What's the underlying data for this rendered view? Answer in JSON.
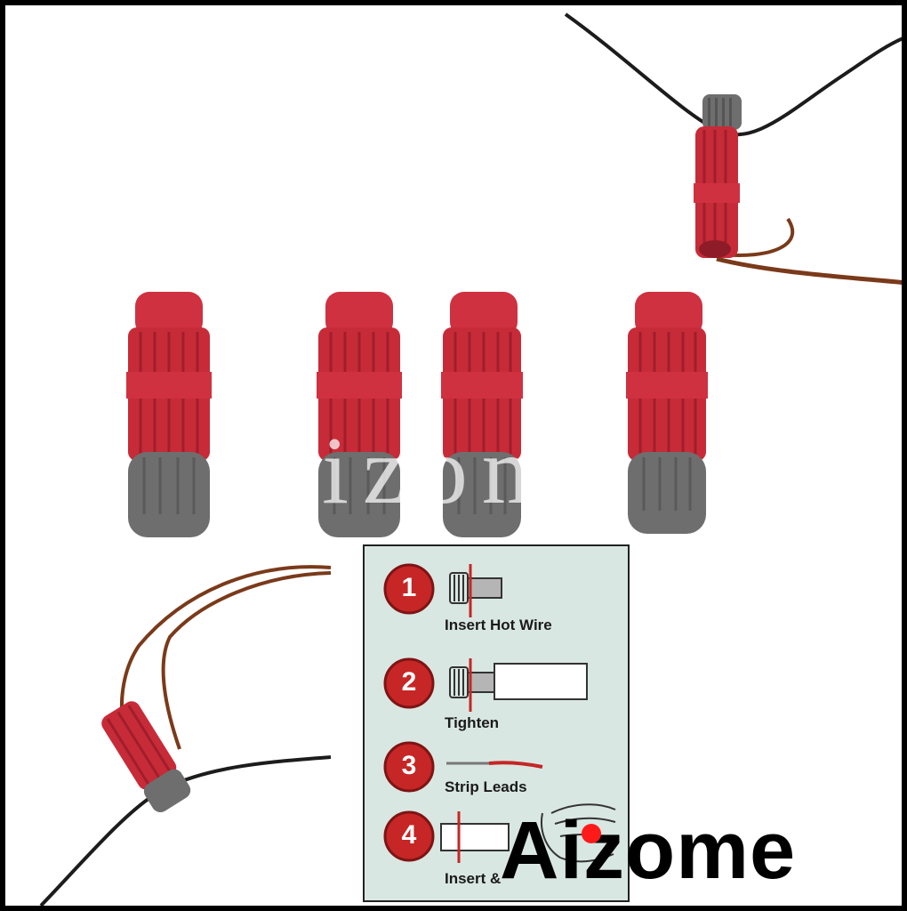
{
  "image": {
    "subject": "Red and grey screw-in wire tap connectors",
    "colors": {
      "connector_red": "#c72b38",
      "cap_grey": "#6e6e6e",
      "wire_black": "#1c1c1c",
      "wire_brown": "#7a3a1a",
      "badge_red": "#c62626",
      "panel_bg": "#d9e7e2"
    }
  },
  "watermark": {
    "text": "Aizome"
  },
  "instructions": {
    "steps": [
      {
        "number": "1",
        "label": "Insert Hot Wire",
        "icon": "screw-cap-icon"
      },
      {
        "number": "2",
        "label": "Tighten",
        "icon": "connector-body-icon"
      },
      {
        "number": "3",
        "label": "Strip Leads",
        "icon": "stripped-wire-icon"
      },
      {
        "number": "4",
        "label": "Insert &",
        "icon": "hand-insert-icon"
      }
    ]
  },
  "brand": {
    "text": "Aizome"
  }
}
